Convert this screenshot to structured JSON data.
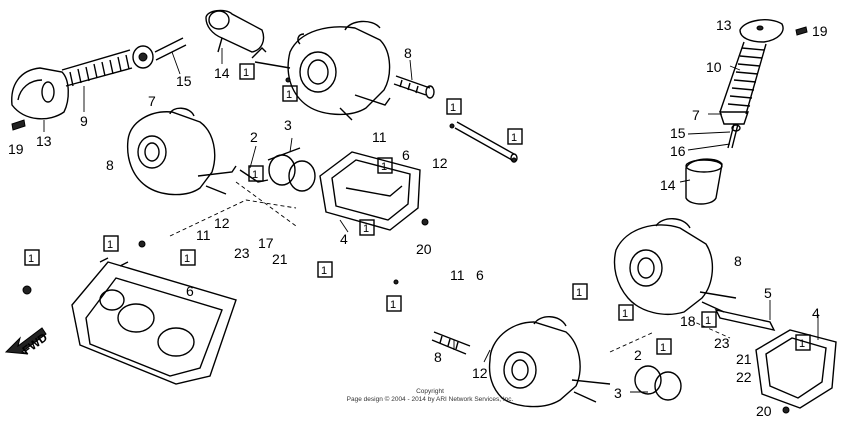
{
  "diagram": {
    "callouts": [
      "1",
      "2",
      "3",
      "4",
      "5",
      "6",
      "7",
      "8",
      "9",
      "10",
      "11",
      "12",
      "13",
      "14",
      "15",
      "16",
      "17",
      "18",
      "19",
      "20",
      "21",
      "22",
      "23"
    ],
    "fwd_label": "FWD",
    "copyright": {
      "line1": "Copyright",
      "line2": "Page design © 2004 - 2014 by ARI Network Services, Inc."
    }
  }
}
